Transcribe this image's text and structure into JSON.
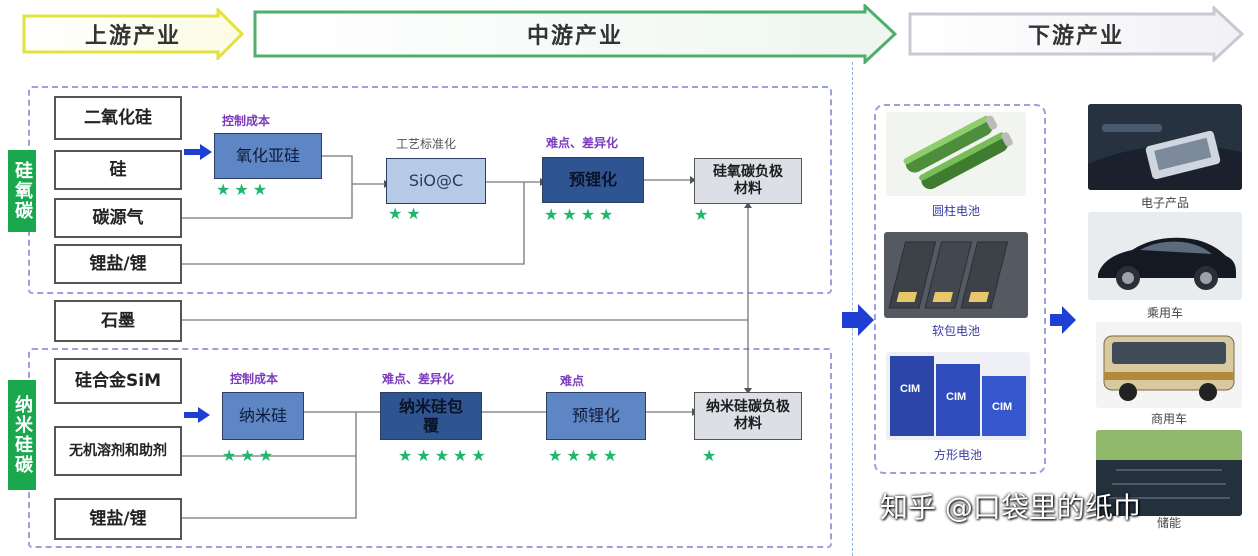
{
  "stages": {
    "upstream": "上游产业",
    "midstream": "中游产业",
    "downstream": "下游产业"
  },
  "silicon_oxygen_group": {
    "label": "硅氧碳",
    "raw_materials": [
      "二氧化硅",
      "硅",
      "碳源气",
      "锂盐/锂"
    ],
    "steps": [
      {
        "name": "氧化亚硅",
        "note": "控制成本",
        "stars": "★★★"
      },
      {
        "name": "SiO@C",
        "note": "工艺标准化",
        "stars": "★★"
      },
      {
        "name": "预锂化",
        "note": "难点、差异化",
        "stars": "★★★★"
      }
    ],
    "product": {
      "name": "硅氧碳负极材料",
      "stars": "★"
    }
  },
  "graphite": "石墨",
  "nano_silicon_group": {
    "label": "纳米硅碳",
    "raw_materials": [
      "硅合金SiM",
      "无机溶剂和助剂",
      "锂盐/锂"
    ],
    "steps": [
      {
        "name": "纳米硅",
        "note": "控制成本",
        "stars": "★★★"
      },
      {
        "name": "纳米硅包覆",
        "note": "难点、差异化",
        "stars": "★★★★★"
      },
      {
        "name": "预锂化",
        "note": "难点",
        "stars": "★★★★"
      }
    ],
    "product": {
      "name": "纳米硅碳负极材料",
      "stars": "★"
    }
  },
  "batteries": [
    {
      "name": "圆柱电池",
      "icon": "cylindrical-battery-icon"
    },
    {
      "name": "软包电池",
      "icon": "pouch-battery-icon"
    },
    {
      "name": "方形电池",
      "icon": "prismatic-battery-icon"
    }
  ],
  "battery_logo_text": "CIM",
  "applications": [
    {
      "name": "电子产品",
      "icon": "electronics-icon"
    },
    {
      "name": "乘用车",
      "icon": "car-icon"
    },
    {
      "name": "商用车",
      "icon": "bus-icon"
    },
    {
      "name": "储能",
      "icon": "energy-storage-icon"
    }
  ],
  "watermark": "知乎 @口袋里的纸巾",
  "colors": {
    "upstream_arrow": "#e8e84a",
    "midstream_arrow": "#4fae6e",
    "downstream_arrow": "#c9c9d6",
    "group_label": "#1aa84f",
    "stars": "#1fb76b",
    "notes": "#7b3bbd",
    "flow_arrow": "#1f3fd4"
  }
}
